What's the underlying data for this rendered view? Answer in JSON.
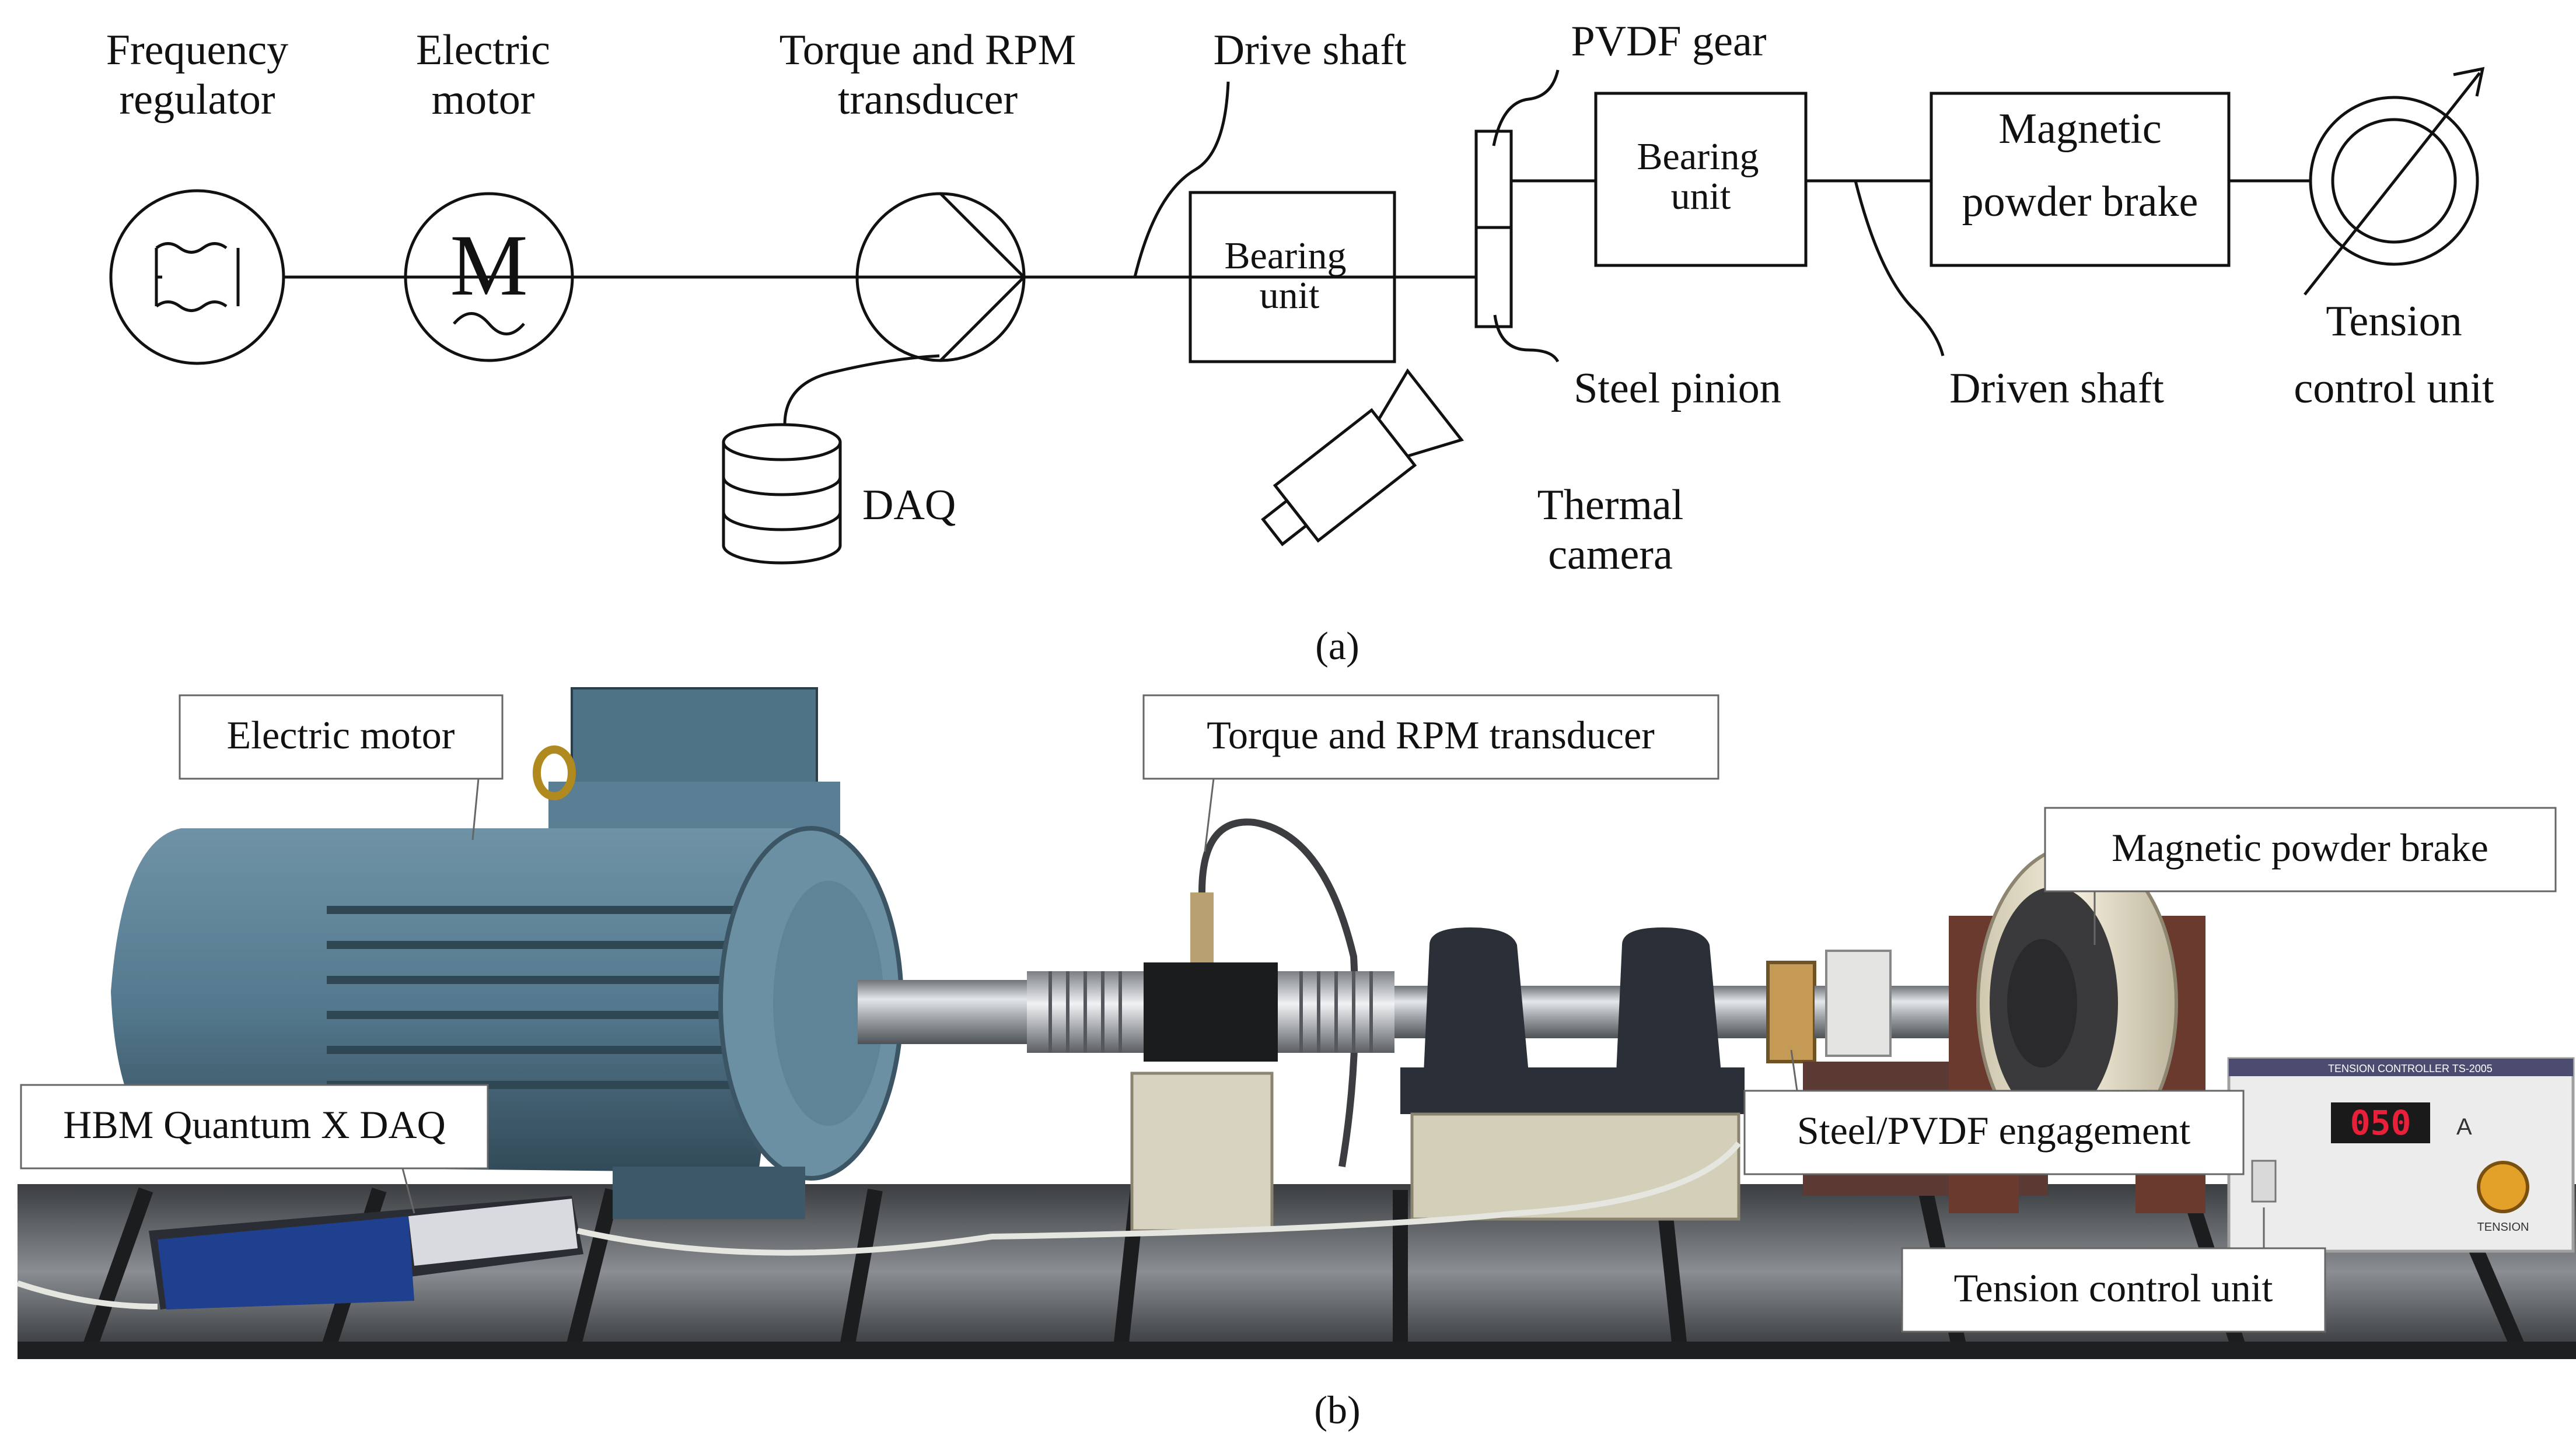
{
  "schematic": {
    "labels": {
      "frequency_regulator": [
        "Frequency",
        "regulator"
      ],
      "electric_motor": [
        "Electric",
        "motor"
      ],
      "torque_transducer": [
        "Torque and RPM",
        "transducer"
      ],
      "drive_shaft": "Drive shaft",
      "pvdf_gear": "PVDF gear",
      "bearing_unit_1": [
        "Bearing",
        "unit"
      ],
      "bearing_unit_2": [
        "Bearing",
        "unit"
      ],
      "magnetic_brake": [
        "Magnetic",
        "powder brake"
      ],
      "steel_pinion": "Steel pinion",
      "driven_shaft": "Driven shaft",
      "tension_unit": [
        "Tension",
        "control unit"
      ],
      "daq": "DAQ",
      "thermal_camera": [
        "Thermal",
        "camera"
      ],
      "motor_symbol": "M"
    },
    "caption": "(a)"
  },
  "photo": {
    "callouts": {
      "electric_motor": "Electric motor",
      "torque_transducer": "Torque and RPM transducer",
      "magnetic_brake": "Magnetic powder brake",
      "daq": "HBM Quantum X DAQ",
      "engagement": "Steel/PVDF engagement",
      "tension_unit": "Tension control unit"
    },
    "controller_panel": {
      "title": "TENSION CONTROLLER TS-2005",
      "display": "050",
      "unit": "A",
      "knob_label": "TENSION"
    },
    "caption": "(b)"
  },
  "colors": {
    "motor_body": "#5a7e93",
    "motor_dark": "#3d5868",
    "steel": "#b8bcc0",
    "bearing_housing": "#2b3038",
    "daq_blue": "#1f3f8f",
    "brake_cream": "#e8e0c8",
    "brake_frame": "#6b3a2e",
    "display_red": "#e8203a"
  }
}
